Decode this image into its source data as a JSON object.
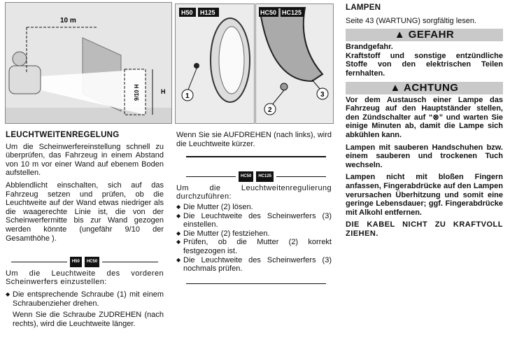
{
  "figures": {
    "left": {
      "distance_label": "10 m",
      "height_label": "H",
      "ratio_label": "9/10 H"
    },
    "middle_left": {
      "badges": [
        "H50",
        "H125"
      ],
      "callouts": [
        "1"
      ]
    },
    "middle_right": {
      "badges": [
        "HC50",
        "HC125"
      ],
      "callouts": [
        "2",
        "3"
      ]
    }
  },
  "left_col": {
    "heading": "LEUCHTWEITENREGELUNG",
    "paragraphs": [
      "Um die Scheinwerfereinstellung schnell zu überprüfen, das Fahrzeug in einem Abstand von 10 m vor einer Wand auf ebenem Boden aufstellen.",
      "Abblendlicht einschalten, sich auf das Fahrzeug setzen und prüfen, ob die Leuchtweite auf der Wand etwas niedriger als die waagerechte Linie ist, die von der Scheinwerfermitte bis zur Wand gezogen werden könnte (ungefähr 9/10 der Gesamthöhe )."
    ],
    "section_badges": [
      "H50",
      "HC50"
    ],
    "section_intro": "Um die Leuchtweite des vorderen Scheinwerfers einzustellen:",
    "bullets": [
      "Die entsprechende Schraube (1) mit einem Schraubenzieher drehen."
    ],
    "bullet_note": "Wenn Sie die Schraube ZUDREHEN (nach rechts), wird die Leuchtweite länger."
  },
  "mid_col": {
    "continued": "Wenn Sie sie AUFDREHEN (nach links), wird die Leuchtweite kürzer.",
    "section_badges": [
      "HC50",
      "HC125"
    ],
    "section_intro": "Um die Leuchtweitenregulierung durchzuführen:",
    "bullets": [
      "Die Mutter (2) lösen.",
      "Die Leuchtweite des Scheinwerfers (3) einstellen.",
      "Die Mutter (2) festziehen.",
      "Prüfen, ob die Mutter (2) korrekt festgezogen ist.",
      "Die Leuchtweite des Scheinwerfers (3) nochmals prüfen."
    ]
  },
  "right_col": {
    "heading": "LAMPEN",
    "intro": "Seite 43 (WARTUNG) sorgfältig lesen.",
    "danger": {
      "label": "GEFAHR",
      "icon": "warning-triangle",
      "lines": [
        "Brandgefahr.",
        "Kraftstoff und sonstige entzündliche Stoffe von den elektrischen Teilen fernhalten."
      ]
    },
    "caution": {
      "label": "ACHTUNG",
      "icon": "warning-triangle",
      "paragraphs": [
        "Vor dem  Austausch einer Lampe das Fahrzeug auf den Hauptständer stellen, den Zündschalter auf “⊗” und warten Sie einige Minuten ab, damit die Lampe sich abkühlen kann.",
        "Lampen mit sauberen Handschuhen bzw. einem sauberen und trockenen Tuch wechseln.",
        "Lampen nicht mit bloßen Fingern anfassen, Fingerabdrücke auf den Lampen verursachen Überhitzung und somit eine geringe Lebensdauer; ggf. Fingerabdrücke mit Alkohl entfernen.",
        "DIE KABEL NICHT ZU KRAFTVOLL ZIEHEN."
      ]
    }
  }
}
